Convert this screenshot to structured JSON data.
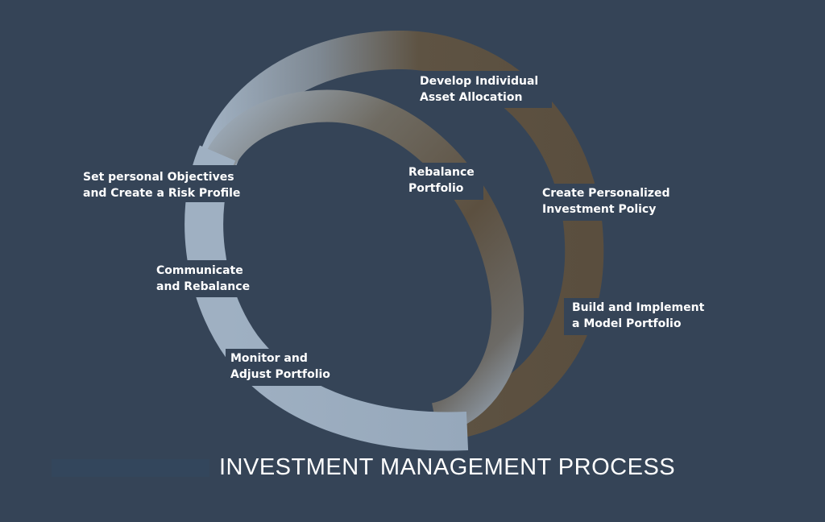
{
  "title": "INVESTMENT MANAGEMENT PROCESS",
  "colors": {
    "background": "#354457",
    "ring_light": "#a8b8c9",
    "ring_dark": "#5c5040",
    "text": "#ffffff"
  },
  "steps": {
    "develop": {
      "line1": "Develop Individual",
      "line2": "Asset Allocation"
    },
    "create_policy": {
      "line1": "Create Personalized",
      "line2": "Investment Policy"
    },
    "build": {
      "line1": "Build and Implement",
      "line2": "a Model Portfolio"
    },
    "monitor": {
      "line1": "Monitor and",
      "line2": "Adjust Portfolio"
    },
    "communicate": {
      "line1": "Communicate",
      "line2": "and Rebalance"
    },
    "objectives": {
      "line1": "Set personal Objectives",
      "line2": "and Create a Risk Profile"
    },
    "rebalance": {
      "line1": "Rebalance",
      "line2": "Portfolio"
    }
  }
}
